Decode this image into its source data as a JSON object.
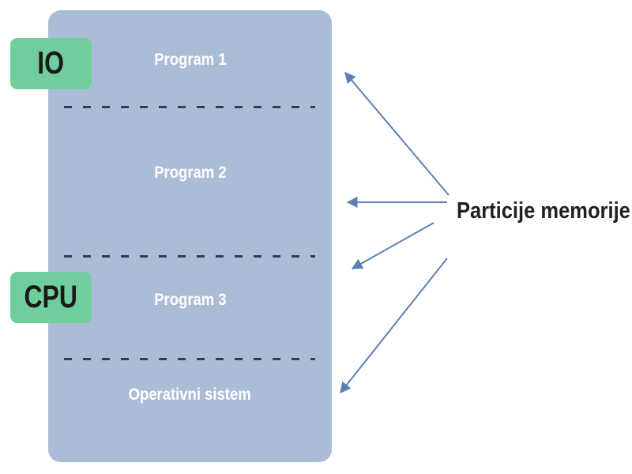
{
  "diagram": {
    "title_hint": "Fixed memory partitions diagram",
    "memory_box": {
      "sections": [
        {
          "label": "Program 1"
        },
        {
          "label": "Program 2"
        },
        {
          "label": "Program 3"
        },
        {
          "label": "Operativni sistem"
        }
      ]
    },
    "badges": [
      {
        "label": "IO"
      },
      {
        "label": "CPU"
      }
    ],
    "annotation": {
      "label": "Particije memorije"
    },
    "icons": [
      "arrow-to-program1",
      "arrow-to-program2",
      "arrow-to-program3",
      "arrow-to-operating-system"
    ],
    "colors": {
      "memory_box_fill": "#abbdd6",
      "badge_fill": "#6fce9c",
      "badge_text": "#1a1a1a",
      "divider": "#2f3f50",
      "arrow": "#5b81b2",
      "section_label_text": "#ffffff",
      "annotation_text": "#231f20",
      "background": "#ffffff"
    }
  }
}
